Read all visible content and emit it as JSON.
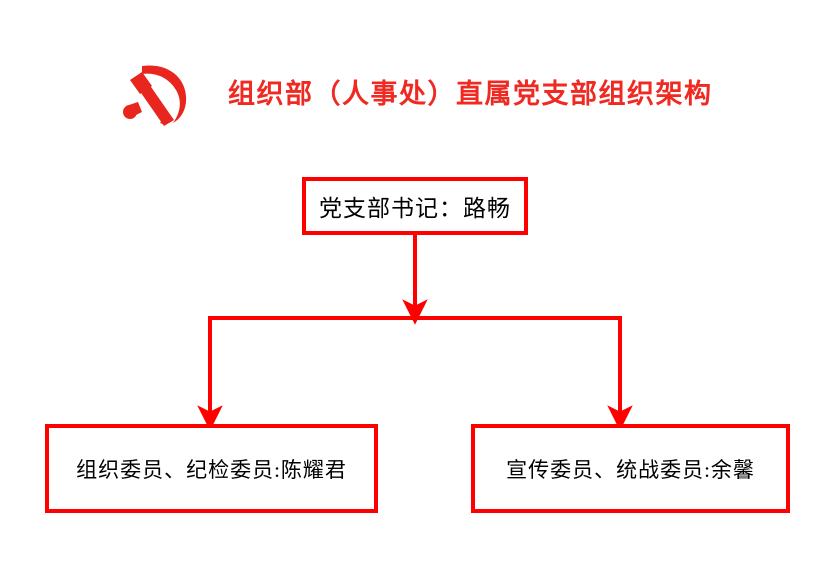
{
  "header": {
    "title": "组织部（人事处）直属党支部组织架构",
    "title_color": "#ef2a22",
    "emblem_icon": "hammer-and-sickle-icon",
    "emblem_color": "#e8261d"
  },
  "chart": {
    "type": "org-chart",
    "border_color": "#ff0000",
    "connector_color": "#ff0000",
    "text_color": "#000000",
    "background": "#ffffff",
    "nodes": [
      {
        "id": "root",
        "label": "党支部书记：路畅",
        "role": "党支部书记",
        "person": "路畅",
        "level": 0
      },
      {
        "id": "left",
        "label": "组织委员、纪检委员:陈耀君",
        "role": "组织委员、纪检委员",
        "person": "陈耀君",
        "level": 1
      },
      {
        "id": "right",
        "label": "宣传委员、统战委员:余馨",
        "role": "宣传委员、统战委员",
        "person": "余馨",
        "level": 1
      }
    ],
    "edges": [
      {
        "from": "root",
        "to": "left",
        "arrow": true
      },
      {
        "from": "root",
        "to": "right",
        "arrow": true
      }
    ]
  }
}
